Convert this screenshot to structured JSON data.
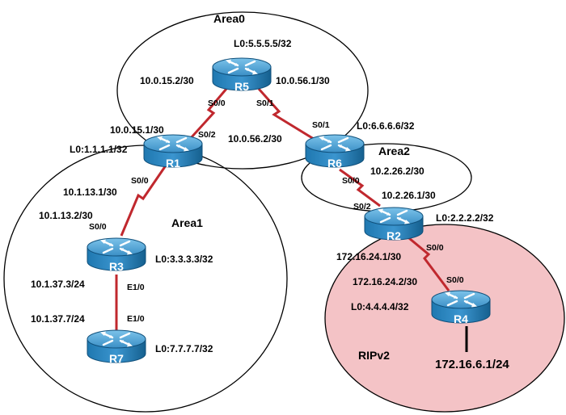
{
  "areas": {
    "area0": "Area0",
    "area1": "Area1",
    "area2": "Area2",
    "ripv2": "RIPv2"
  },
  "routers": {
    "r1": {
      "name": "R1",
      "loopback": "L0:1.1.1.1/32"
    },
    "r2": {
      "name": "R2",
      "loopback": "L0:2.2.2.2/32"
    },
    "r3": {
      "name": "R3",
      "loopback": "L0:3.3.3.3/32"
    },
    "r4": {
      "name": "R4",
      "loopback": "L0:4.4.4.4/32"
    },
    "r5": {
      "name": "R5",
      "loopback": "L0:5.5.5.5/32"
    },
    "r6": {
      "name": "R6",
      "loopback": "L0:6.6.6.6/32"
    },
    "r7": {
      "name": "R7",
      "loopback": "L0:7.7.7.7/32"
    }
  },
  "links": {
    "r5_r1": {
      "r5_ip": "10.0.15.2/30",
      "r5_if": "S0/0",
      "r1_ip": "10.0.15.1/30",
      "r1_if": "S0/2"
    },
    "r5_r6": {
      "r5_ip": "10.0.56.1/30",
      "r5_if": "S0/1",
      "r6_ip": "10.0.56.2/30",
      "r6_if": "S0/1"
    },
    "r1_r3": {
      "r1_ip": "10.1.13.1/30",
      "r1_if": "S0/0",
      "r3_ip": "10.1.13.2/30",
      "r3_if": "S0/0"
    },
    "r3_r7": {
      "r3_ip": "10.1.37.3/24",
      "r3_if": "E1/0",
      "r7_ip": "10.1.37.7/24",
      "r7_if": "E1/0"
    },
    "r6_r2": {
      "r6_ip": "10.2.26.2/30",
      "r6_if": "S0/0",
      "r2_ip": "10.2.26.1/30",
      "r2_if": "S0/2"
    },
    "r2_r4": {
      "r2_ip": "172.16.24.1/30",
      "r2_if": "S0/0",
      "r4_ip": "172.16.24.2/30",
      "r4_if": "S0/0"
    }
  },
  "lan": {
    "r4_network": "172.16.6.1/24"
  },
  "colors": {
    "serial_link": "#c0282e",
    "router_top": "#4fa0d2",
    "router_side": "#1a6a9e",
    "rip_fill": "#f4c3c6"
  }
}
